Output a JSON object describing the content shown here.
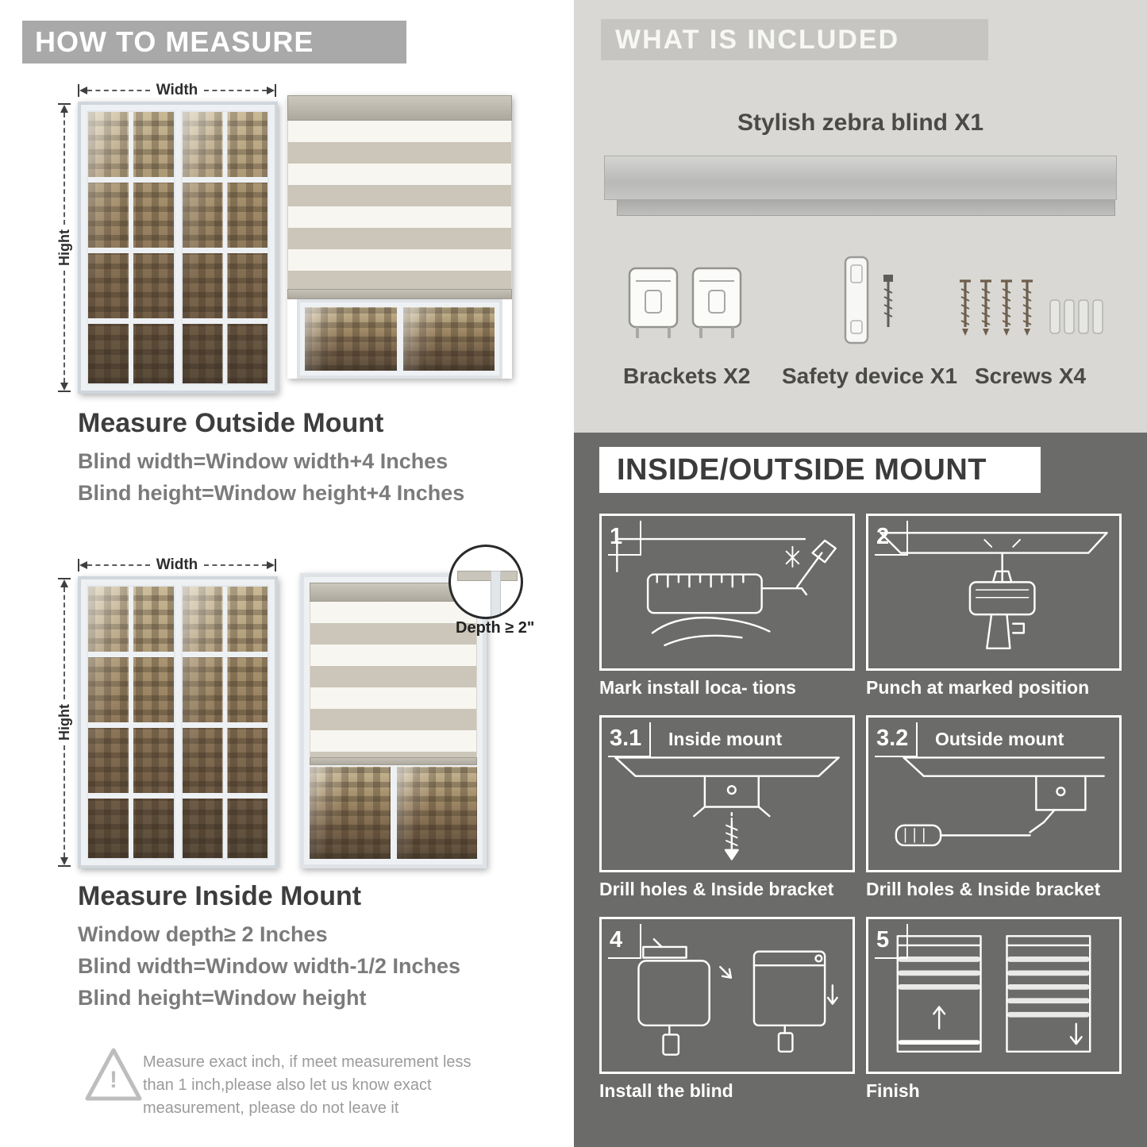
{
  "colors": {
    "banner_gray": "#a9a9a9",
    "included_bg": "#d9d8d4",
    "included_banner": "#c6c5c1",
    "dark_bg": "#6b6b69",
    "heading_text": "#3d3d3d",
    "body_text": "#7b7b7b",
    "zebra_gray_stripe": "#cbc6b9",
    "zebra_light_stripe": "#f8f6f0"
  },
  "how_to_measure": {
    "banner": "HOW TO MEASURE",
    "width_label": "Width",
    "height_label": "Hight",
    "outside": {
      "heading": "Measure Outside Mount",
      "lines": [
        "Blind width=Window width+4 Inches",
        "Blind height=Window height+4 Inches"
      ]
    },
    "inside": {
      "depth_callout": "Depth ≥ 2\"",
      "heading": "Measure Inside Mount",
      "lines": [
        "Window depth≥ 2 Inches",
        "Blind width=Window width-1/2 Inches",
        "Blind height=Window height"
      ]
    },
    "warning_mark": "!",
    "warning_text": "Measure exact inch, if meet measurement less than 1 inch,please also let us know exact measurement, please do not leave it"
  },
  "included": {
    "banner": "WHAT IS INCLUDED",
    "blind_label": "Stylish zebra blind X1",
    "items": [
      {
        "label": "Brackets X2"
      },
      {
        "label": "Safety device X1"
      },
      {
        "label": "Screws X4"
      }
    ]
  },
  "mount_guide": {
    "title": "INSIDE/OUTSIDE MOUNT",
    "steps": [
      {
        "num": "1",
        "caption": "Mark install loca- tions"
      },
      {
        "num": "2",
        "caption": "Punch at  marked position"
      },
      {
        "num": "3.1",
        "label": "Inside mount",
        "caption": "Drill holes &  Inside bracket"
      },
      {
        "num": "3.2",
        "label": "Outside mount",
        "caption": "Drill holes &  Inside bracket"
      },
      {
        "num": "4",
        "caption": "Install the blind"
      },
      {
        "num": "5",
        "caption": "Finish"
      }
    ]
  }
}
